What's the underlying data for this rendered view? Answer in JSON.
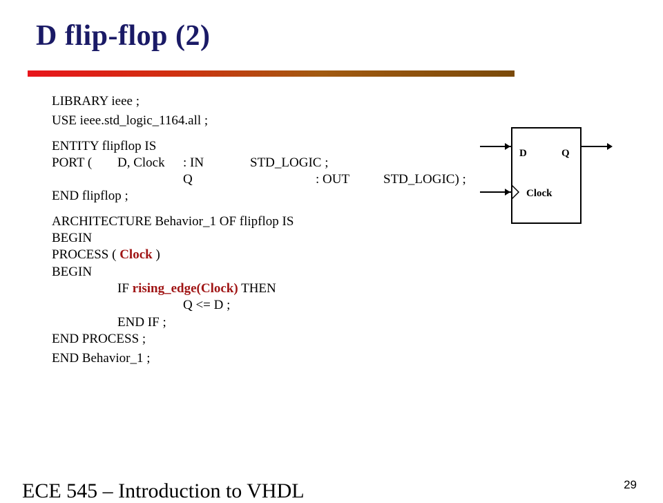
{
  "title": "D flip-flop (2)",
  "code": {
    "l1": "LIBRARY ieee ;",
    "l2": "USE ieee.std_logic_1164.all ;",
    "l3": "ENTITY flipflop IS",
    "l4a": "PORT (",
    "l4b": "D, Clock",
    "l4c": ": IN",
    "l4d": "STD_LOGIC ;",
    "l5a": "Q",
    "l5b": ": OUT",
    "l5c": "STD_LOGIC) ;",
    "l6": "END flipflop ;",
    "l7": "ARCHITECTURE Behavior_1 OF flipflop IS",
    "l8": "BEGIN",
    "l9a": "PROCESS ( ",
    "l9b": "Clock",
    "l9c": " )",
    "l10": "BEGIN",
    "l11a": "IF ",
    "l11b": "rising_edge(Clock)",
    "l11c": " THEN",
    "l12": "Q <= D ;",
    "l13": "END IF ;",
    "l14": "END PROCESS ;",
    "l15": "END Behavior_1 ;"
  },
  "diagram": {
    "d_label": "D",
    "q_label": "Q",
    "clock_label": "Clock"
  },
  "footer": {
    "course": "ECE 545 – Introduction to VHDL",
    "page": "29"
  },
  "colors": {
    "title": "#1a1a66",
    "highlight": "#a01515",
    "bar_start": "#e8151b",
    "bar_end": "#7a4a0a"
  }
}
